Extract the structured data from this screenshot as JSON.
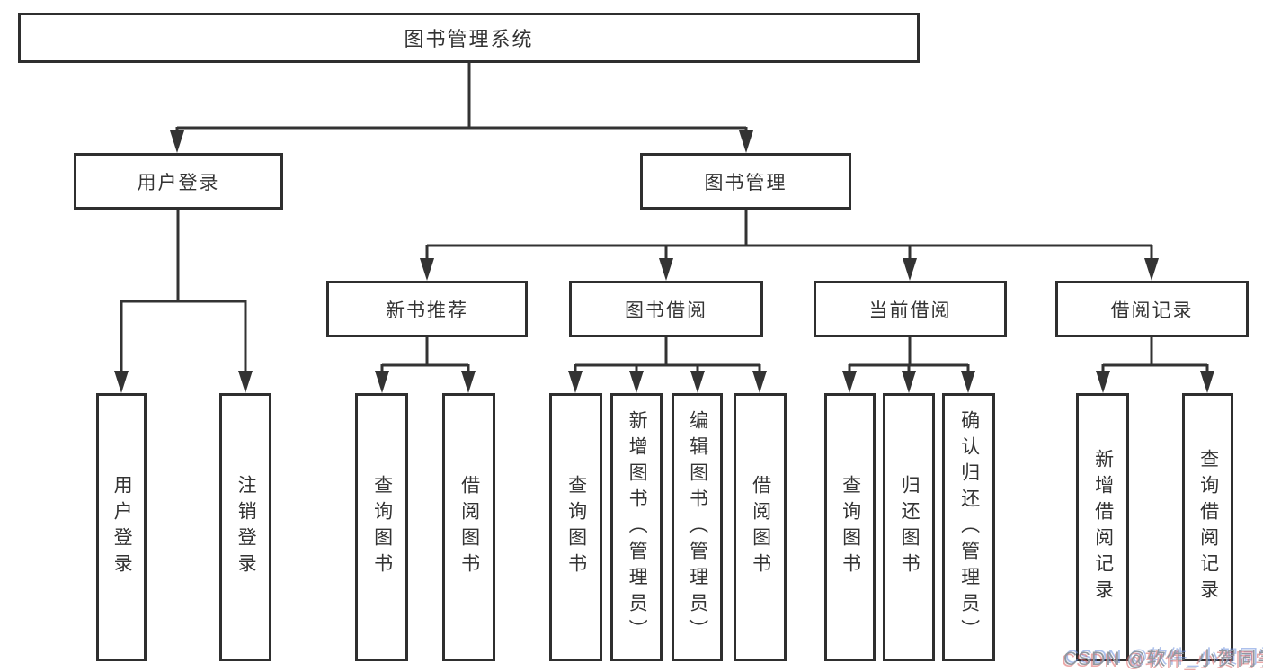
{
  "diagram": {
    "title": "图书管理系统",
    "root": {
      "label": "图书管理系统",
      "children": [
        {
          "label": "用户登录",
          "children": [
            {
              "label": "用户登录"
            },
            {
              "label": "注销登录"
            }
          ]
        },
        {
          "label": "图书管理",
          "children": [
            {
              "label": "新书推荐",
              "children": [
                {
                  "label": "查询图书"
                },
                {
                  "label": "借阅图书"
                }
              ]
            },
            {
              "label": "图书借阅",
              "children": [
                {
                  "label": "查询图书"
                },
                {
                  "label": "新增图书（管理员）"
                },
                {
                  "label": "编辑图书（管理员）"
                },
                {
                  "label": "借阅图书"
                }
              ]
            },
            {
              "label": "当前借阅",
              "children": [
                {
                  "label": "查询图书"
                },
                {
                  "label": "归还图书"
                },
                {
                  "label": "确认归还（管理员）"
                }
              ]
            },
            {
              "label": "借阅记录",
              "children": [
                {
                  "label": "新增借阅记录"
                },
                {
                  "label": "查询借阅记录"
                }
              ]
            }
          ]
        }
      ]
    }
  },
  "watermark": {
    "text": "CSDN @软件_小贺同学"
  },
  "colors": {
    "line": "#333333",
    "box_border": "#2f2f2f",
    "text": "#333333",
    "background": "#ffffff",
    "watermark_gray": "#9097a0",
    "watermark_red_fringe": "#d86060",
    "watermark_blue_fringe": "#688cdc"
  }
}
